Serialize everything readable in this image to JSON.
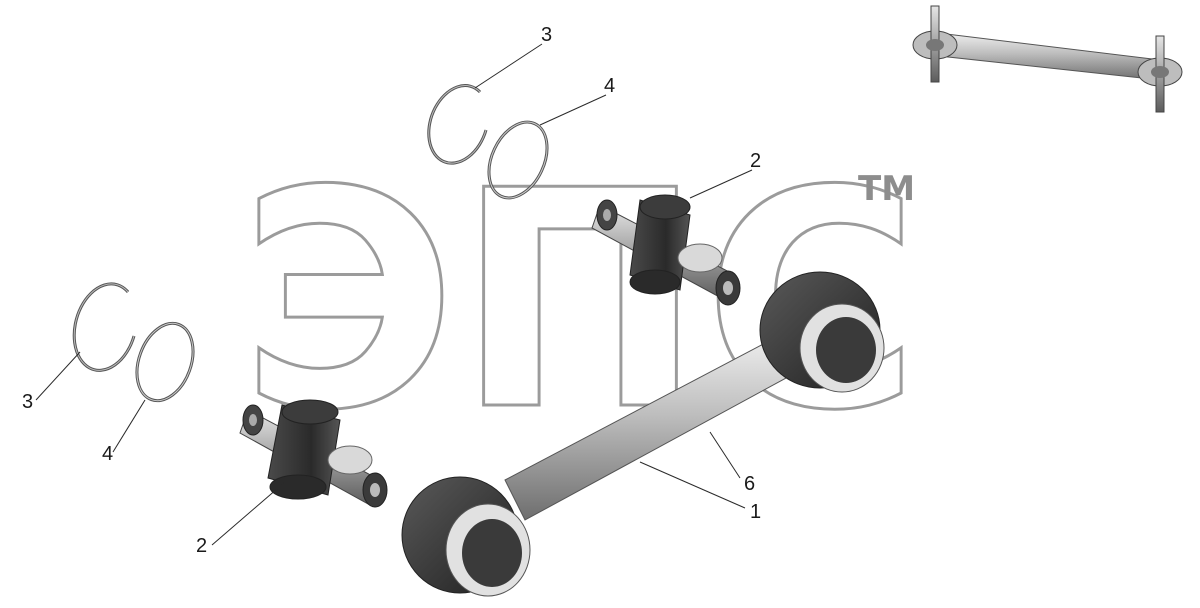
{
  "watermark": {
    "logo_text": "ЭПС",
    "trademark": "TM"
  },
  "callouts": [
    {
      "id": "callout-3-top",
      "label": "3"
    },
    {
      "id": "callout-4-top",
      "label": "4"
    },
    {
      "id": "callout-2-top",
      "label": "2"
    },
    {
      "id": "callout-3-left",
      "label": "3"
    },
    {
      "id": "callout-4-left",
      "label": "4"
    },
    {
      "id": "callout-2-bottom",
      "label": "2"
    },
    {
      "id": "callout-6",
      "label": "6"
    },
    {
      "id": "callout-1",
      "label": "1"
    }
  ],
  "colors": {
    "part_dark": "#3a3a3a",
    "part_mid": "#8e8e8e",
    "part_light": "#d6d6d6",
    "ring": "#5a5a5a"
  }
}
